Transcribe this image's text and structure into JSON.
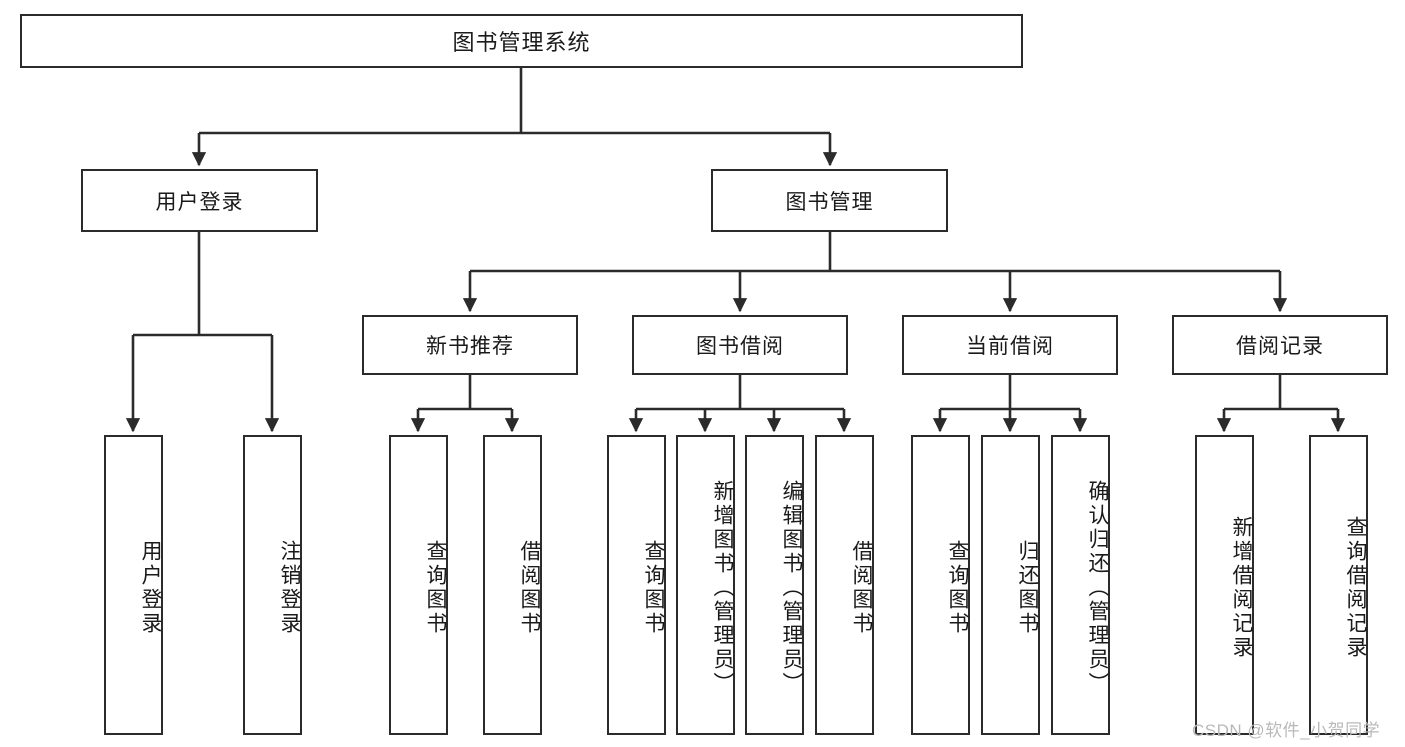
{
  "diagram": {
    "title": "图书管理系统",
    "type": "功能结构图",
    "root": {
      "id": "root",
      "label": "图书管理系统"
    },
    "level2": [
      {
        "id": "user-login",
        "label": "用户登录"
      },
      {
        "id": "book-manage",
        "label": "图书管理"
      }
    ],
    "level3": [
      {
        "id": "new-book-recommend",
        "label": "新书推荐",
        "parent": "book-manage"
      },
      {
        "id": "book-borrow",
        "label": "图书借阅",
        "parent": "book-manage"
      },
      {
        "id": "current-borrow",
        "label": "当前借阅",
        "parent": "book-manage"
      },
      {
        "id": "borrow-record",
        "label": "借阅记录",
        "parent": "book-manage"
      }
    ],
    "leaves": [
      {
        "id": "leaf-user-login",
        "label": "用户登录",
        "parent": "user-login"
      },
      {
        "id": "leaf-user-logout",
        "label": "注销登录",
        "parent": "user-login"
      },
      {
        "id": "leaf-query-book-1",
        "label": "查询图书",
        "parent": "new-book-recommend"
      },
      {
        "id": "leaf-borrow-book-1",
        "label": "借阅图书",
        "parent": "new-book-recommend"
      },
      {
        "id": "leaf-query-book-2",
        "label": "查询图书",
        "parent": "book-borrow"
      },
      {
        "id": "leaf-add-book",
        "label": "新增图书（管理员）",
        "parent": "book-borrow"
      },
      {
        "id": "leaf-edit-book",
        "label": "编辑图书（管理员）",
        "parent": "book-borrow"
      },
      {
        "id": "leaf-borrow-book-2",
        "label": "借阅图书",
        "parent": "book-borrow"
      },
      {
        "id": "leaf-query-book-3",
        "label": "查询图书",
        "parent": "current-borrow"
      },
      {
        "id": "leaf-return-book",
        "label": "归还图书",
        "parent": "current-borrow"
      },
      {
        "id": "leaf-confirm-return",
        "label": "确认归还（管理员）",
        "parent": "current-borrow"
      },
      {
        "id": "leaf-add-record",
        "label": "新增借阅记录",
        "parent": "borrow-record"
      },
      {
        "id": "leaf-query-record",
        "label": "查询借阅记录",
        "parent": "borrow-record"
      }
    ],
    "colors": {
      "stroke": "#2b2b2b",
      "fill": "#ffffff",
      "text": "#1a1a1a",
      "watermark": "#b9b9b9"
    }
  },
  "watermark": {
    "text": "CSDN @软件_小贺同学"
  }
}
